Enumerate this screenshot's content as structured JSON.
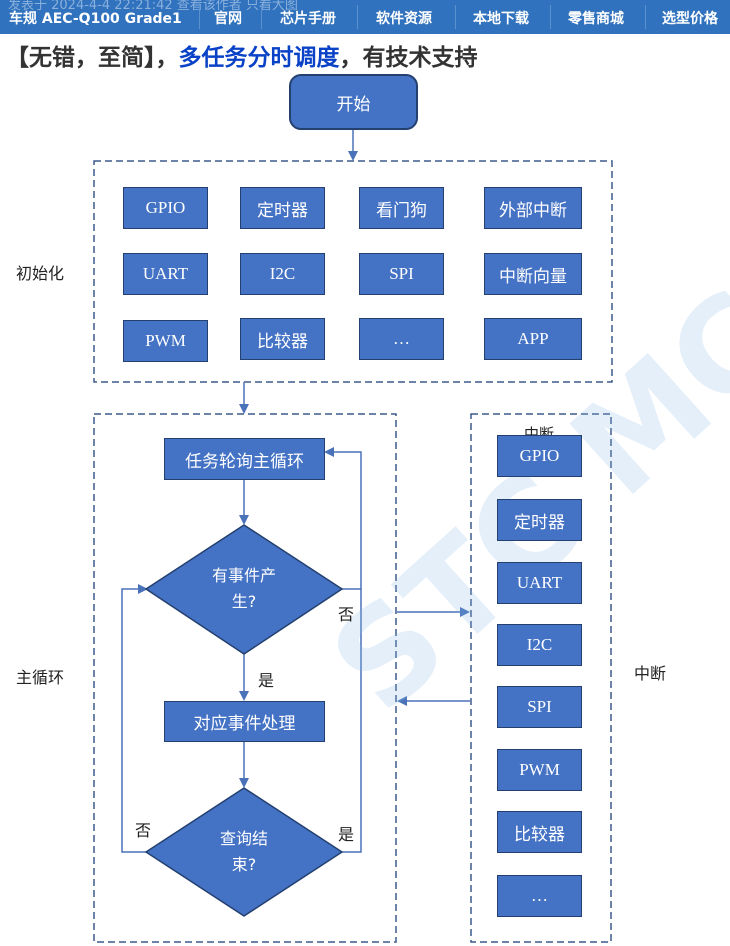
{
  "nav": {
    "ghost_text": "发表于 2024-4-4 22:21:42  查看该作者  只看大图",
    "brand": "车规 AEC-Q100 Grade1",
    "items": [
      "官网",
      "芯片手册",
      "软件资源",
      "本地下载",
      "零售商城",
      "选型价格"
    ]
  },
  "headline": {
    "part1": "【无错，至简】，",
    "part2": "多任务分时调度",
    "part3": "，有技术支持",
    "accent_color": "#0a42c7"
  },
  "flow": {
    "start": "开始",
    "init_label": "初始化",
    "init_blocks": [
      "GPIO",
      "定时器",
      "看门狗",
      "外部中断",
      "UART",
      "I2C",
      "SPI",
      "中断向量",
      "PWM",
      "比较器",
      "…",
      "APP"
    ],
    "main_label": "主循环",
    "poll": "任务轮询主循环",
    "decision1_line1": "有事件产",
    "decision1_line2": "生?",
    "yes1": "是",
    "no1": "否",
    "handle": "对应事件处理",
    "decision2_line1": "查询结",
    "decision2_line2": "束?",
    "no2": "否",
    "yes2": "是",
    "interrupt_title": "中断",
    "interrupt_label": "中断",
    "interrupt_blocks": [
      "GPIO",
      "定时器",
      "UART",
      "I2C",
      "SPI",
      "PWM",
      "比较器",
      "…"
    ]
  },
  "watermark": "STC MCU",
  "colors": {
    "block_fill": "#4472c4",
    "block_border": "#23406f",
    "nav_bg": "#3072bd",
    "dash": "#3d5a8a"
  }
}
